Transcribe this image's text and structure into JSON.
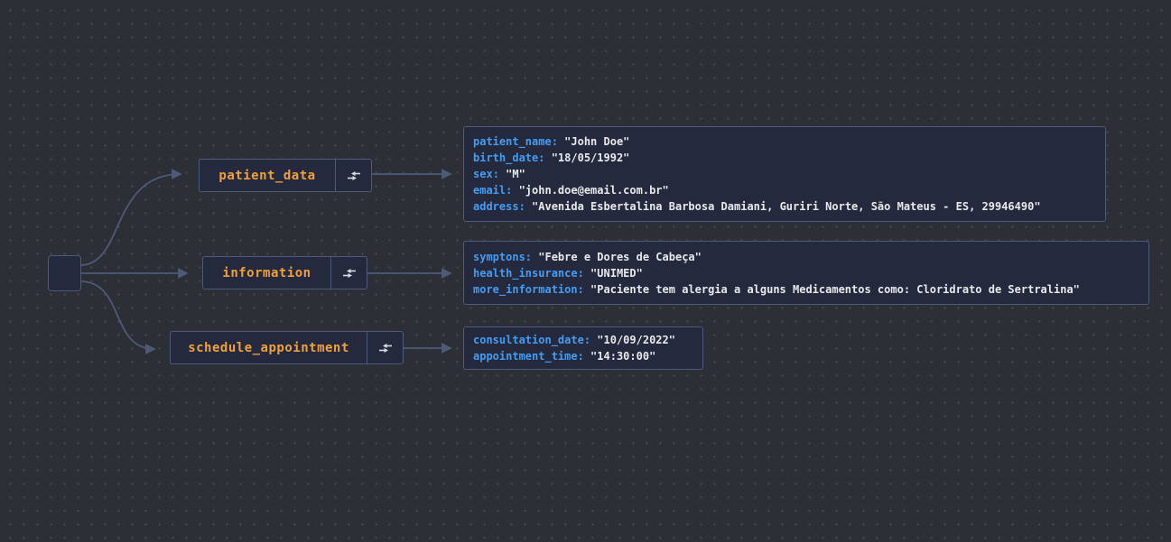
{
  "colors": {
    "background": "#2d2f36",
    "grid_dot": "#4a4d54",
    "edge": "#4d5b78",
    "node_fill": "#25293d",
    "node_border": "#4d5b78",
    "parent_label_text": "#f0a03c",
    "key_text": "#459df3",
    "value_text": "#e9eaec",
    "icon": "#d9dbe0"
  },
  "separator": ": ",
  "parent_nodes": [
    {
      "label": "patient_data",
      "icon": "collapse-arrows-icon"
    },
    {
      "label": "information",
      "icon": "collapse-arrows-icon"
    },
    {
      "label": "schedule_appointment",
      "icon": "collapse-arrows-icon"
    }
  ],
  "detail_nodes": [
    {
      "fields": [
        {
          "key": "patient_name",
          "value": "\"John Doe\""
        },
        {
          "key": "birth_date",
          "value": "\"18/05/1992\""
        },
        {
          "key": "sex",
          "value": "\"M\""
        },
        {
          "key": "email",
          "value": "\"john.doe@email.com.br\""
        },
        {
          "key": "address",
          "value": "\"Avenida Esbertalina Barbosa Damiani, Guriri Norte, São Mateus - ES, 29946490\""
        }
      ]
    },
    {
      "fields": [
        {
          "key": "symptons",
          "value": "\"Febre e Dores de Cabeça\""
        },
        {
          "key": "health_insurance",
          "value": "\"UNIMED\""
        },
        {
          "key": "more_information",
          "value": "\"Paciente tem alergia a alguns Medicamentos como: Cloridrato de Sertralina\""
        }
      ]
    },
    {
      "fields": [
        {
          "key": "consultation_date",
          "value": "\"10/09/2022\""
        },
        {
          "key": "appointment_time",
          "value": "\"14:30:00\""
        }
      ]
    }
  ]
}
